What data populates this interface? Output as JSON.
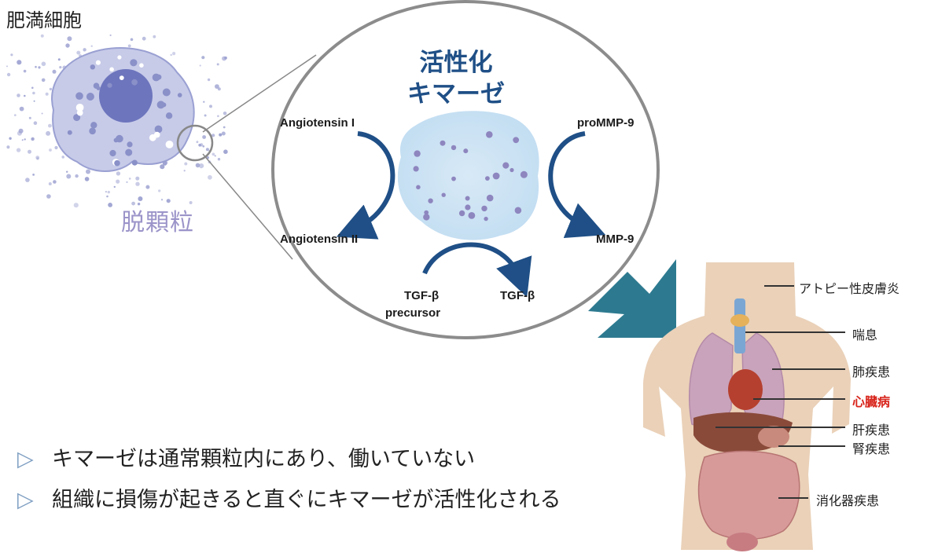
{
  "mast_cell": {
    "label": "肥満細胞",
    "degranulation": "脱顆粒"
  },
  "kinase": {
    "title_line1": "活性化",
    "title_line2": "キマーゼ"
  },
  "substrates": {
    "angiotensin_1": "Angiotensin I",
    "angiotensin_2": "Angiotensin II",
    "pro_mmp9": "proMMP-9",
    "mmp9": "MMP-9",
    "tgf_precursor_line1": "TGF-β",
    "tgf_precursor_line2": "precursor",
    "tgf_beta": "TGF-β"
  },
  "diseases": [
    {
      "label": "アトピー性皮膚炎",
      "highlight": false
    },
    {
      "label": "喘息",
      "highlight": false
    },
    {
      "label": "肺疾患",
      "highlight": false
    },
    {
      "label": "心臓病",
      "highlight": true
    },
    {
      "label": "肝疾患",
      "highlight": false
    },
    {
      "label": "腎疾患",
      "highlight": false
    },
    {
      "label": "消化器疾患",
      "highlight": false
    }
  ],
  "bullets": [
    {
      "marker": "▷",
      "text": "キマーゼは通常顆粒内にあり、働いていない"
    },
    {
      "marker": "▷",
      "text": "組織に損傷が起きると直ぐにキマーゼが活性化される"
    }
  ],
  "colors": {
    "cell_body": "#c7cbe8",
    "nucleus": "#6d75bd",
    "granule": "#8a90c8",
    "arrow": "#1f4f86",
    "big_arrow": "#2d7a90",
    "skin": "#ead1b8",
    "highlight": "#d8261d"
  },
  "icons": [
    "mast-cell-icon",
    "human-body-icon",
    "zoom-lens-icon",
    "reaction-arrow-icon"
  ]
}
